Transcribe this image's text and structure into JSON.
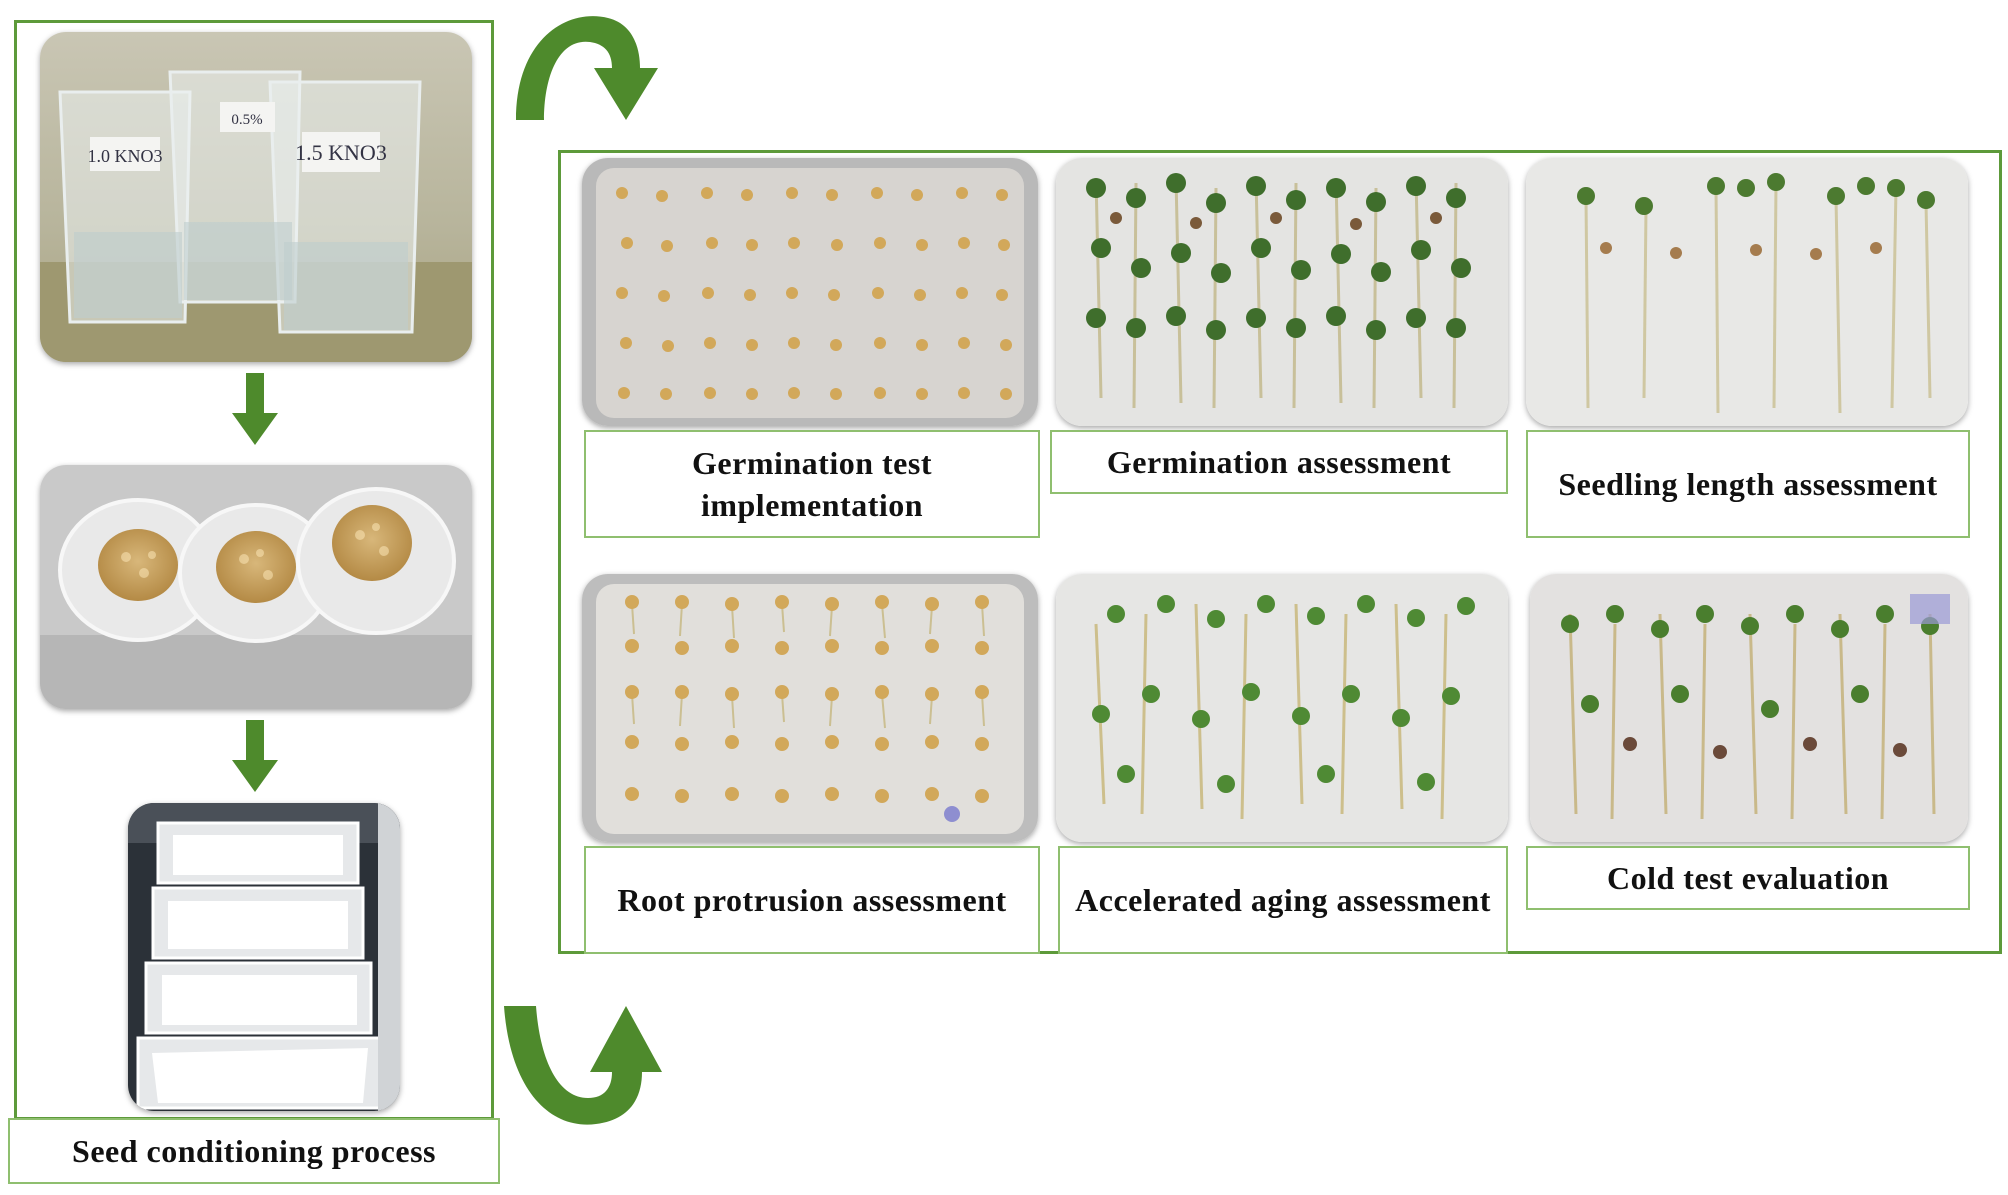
{
  "left_panel": {
    "caption": "Seed conditioning process",
    "beaker_labels": [
      "1.0 KNO3",
      "0.5%",
      "1.5 KNO3"
    ]
  },
  "assessments": [
    {
      "id": "germination-test",
      "label": "Germination  test implementation"
    },
    {
      "id": "germination-assessment",
      "label": "Germination  assessment"
    },
    {
      "id": "seedling-length",
      "label": "Seedling length assessment"
    },
    {
      "id": "root-protrusion",
      "label": "Root protrusion assessment"
    },
    {
      "id": "accelerated-aging",
      "label": "Accelerated aging assessment"
    },
    {
      "id": "cold-test",
      "label": "Cold test evaluation"
    }
  ],
  "colors": {
    "frame": "#5d9a3a",
    "arrow": "#4e8a2c",
    "label_border": "#8fbf6f"
  }
}
